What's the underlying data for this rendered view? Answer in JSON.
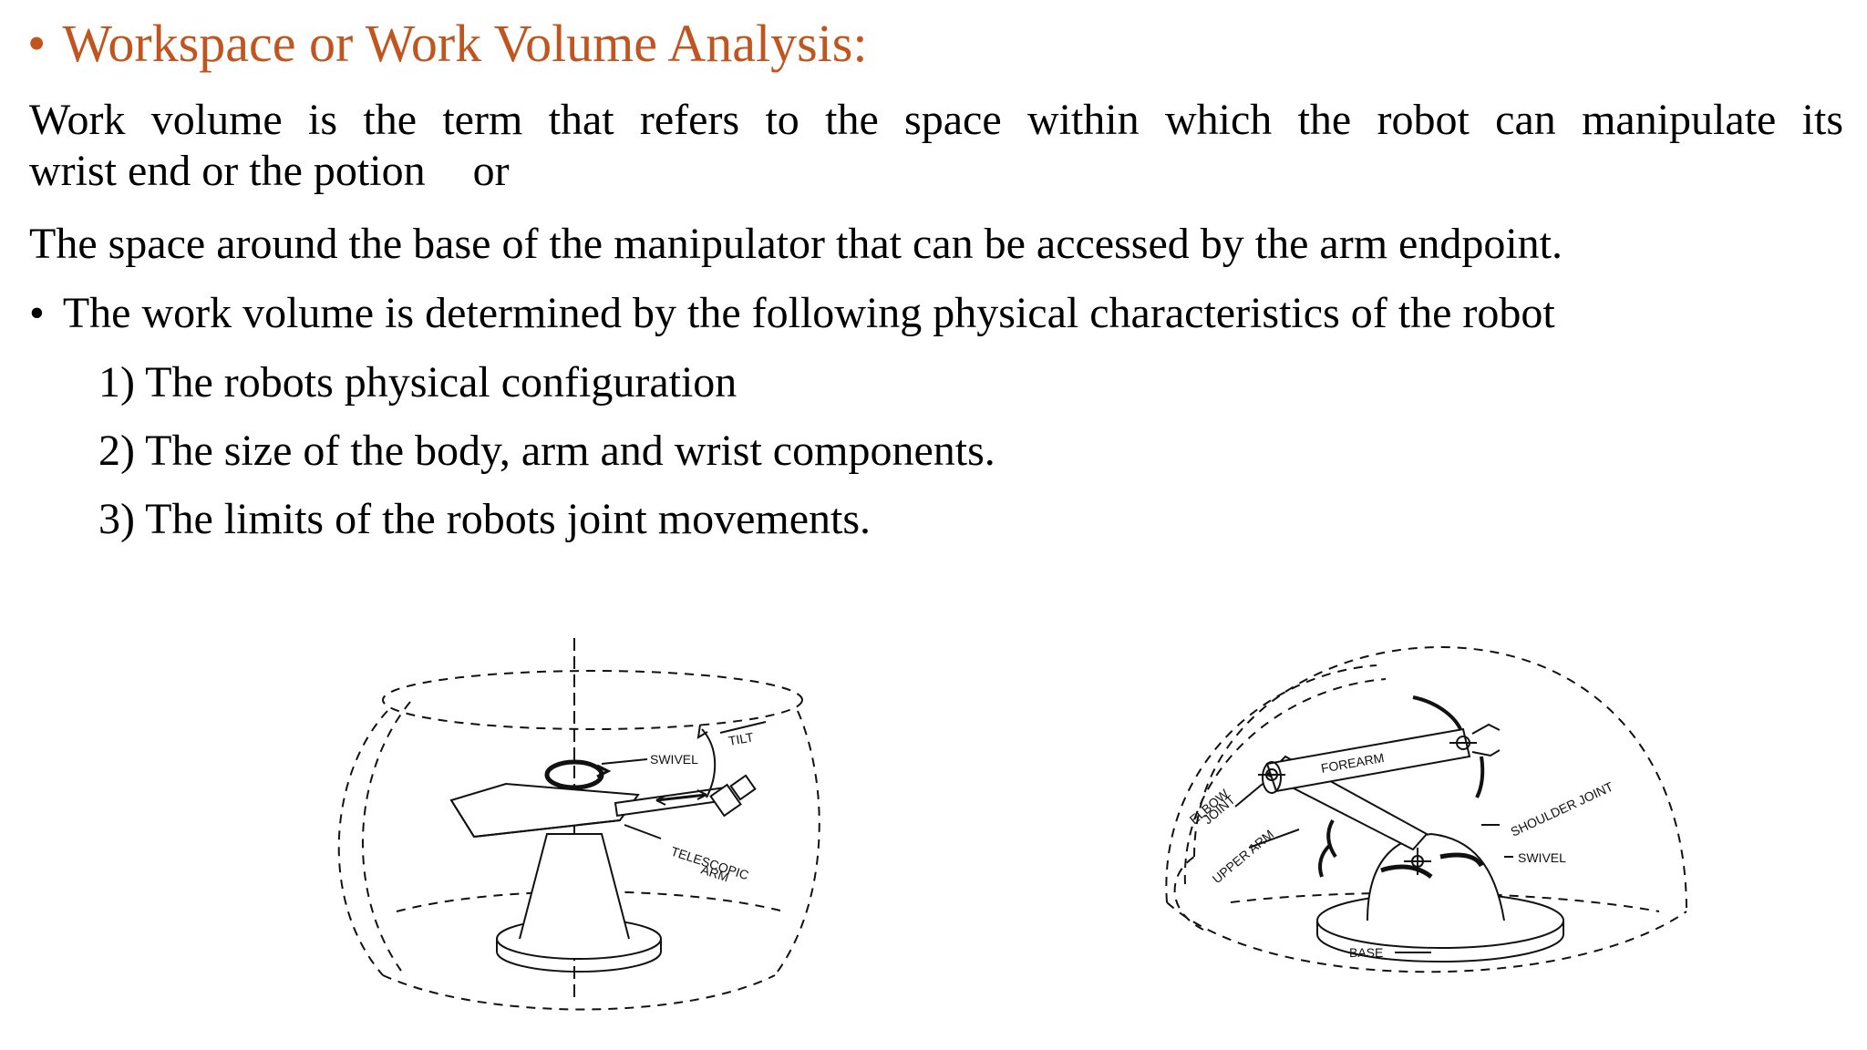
{
  "heading": {
    "bullet": "•",
    "text": "Workspace or Work Volume Analysis:"
  },
  "definition": {
    "line1": "Work volume is the term that refers to the space within which the robot can manipulate its",
    "line2": "wrist end or the potion",
    "line2_or": "or",
    "line3": "The space around the base of the manipulator that can be accessed by the arm endpoint."
  },
  "bullet2": {
    "bullet": "•",
    "text": "The work volume is determined by the following physical characteristics of the robot"
  },
  "items": [
    "1) The robots physical configuration",
    "2) The size of the body, arm and wrist components.",
    "3) The limits of the robots joint movements."
  ],
  "figure_left": {
    "labels": {
      "swivel": "SWIVEL",
      "tilt": "TILT",
      "telescopic": "TELESCOPIC",
      "arm": "ARM"
    }
  },
  "figure_right": {
    "labels": {
      "forearm": "FOREARM",
      "elbow": "ELBOW",
      "joint": "JOINT",
      "upper_arm": "UPPER ARM",
      "shoulder_joint": "SHOULDER JOINT",
      "swivel": "SWIVEL",
      "base": "BASE"
    }
  }
}
